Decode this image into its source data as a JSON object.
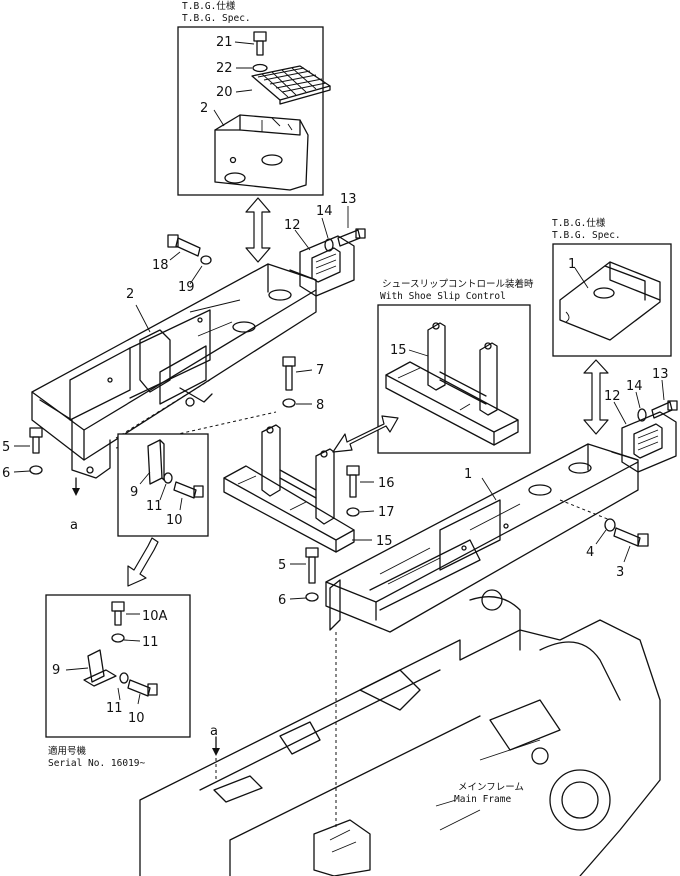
{
  "captions": {
    "tbg_jp_top": "T.B.G.仕様",
    "tbg_en_top": "T.B.G. Spec.",
    "tbg_jp_right": "T.B.G.仕様",
    "tbg_en_right": "T.B.G. Spec.",
    "shoe_slip_jp": "シュースリップコントロール装着時",
    "shoe_slip_en": "With Shoe Slip Control",
    "serial_jp": "適用号機",
    "serial_en": "Serial No. 16019~",
    "main_frame_jp": "メインフレーム",
    "main_frame_en": "Main Frame"
  },
  "callouts": {
    "c1": "1",
    "c2": "2",
    "c3": "3",
    "c4": "4",
    "c5": "5",
    "c6": "6",
    "c7": "7",
    "c8": "8",
    "c9": "9",
    "c10": "10",
    "c10a": "10A",
    "c11": "11",
    "c12": "12",
    "c13": "13",
    "c14": "14",
    "c15": "15",
    "c16": "16",
    "c17": "17",
    "c18": "18",
    "c19": "19",
    "c20": "20",
    "c21": "21",
    "c22": "22",
    "ca": "a"
  }
}
